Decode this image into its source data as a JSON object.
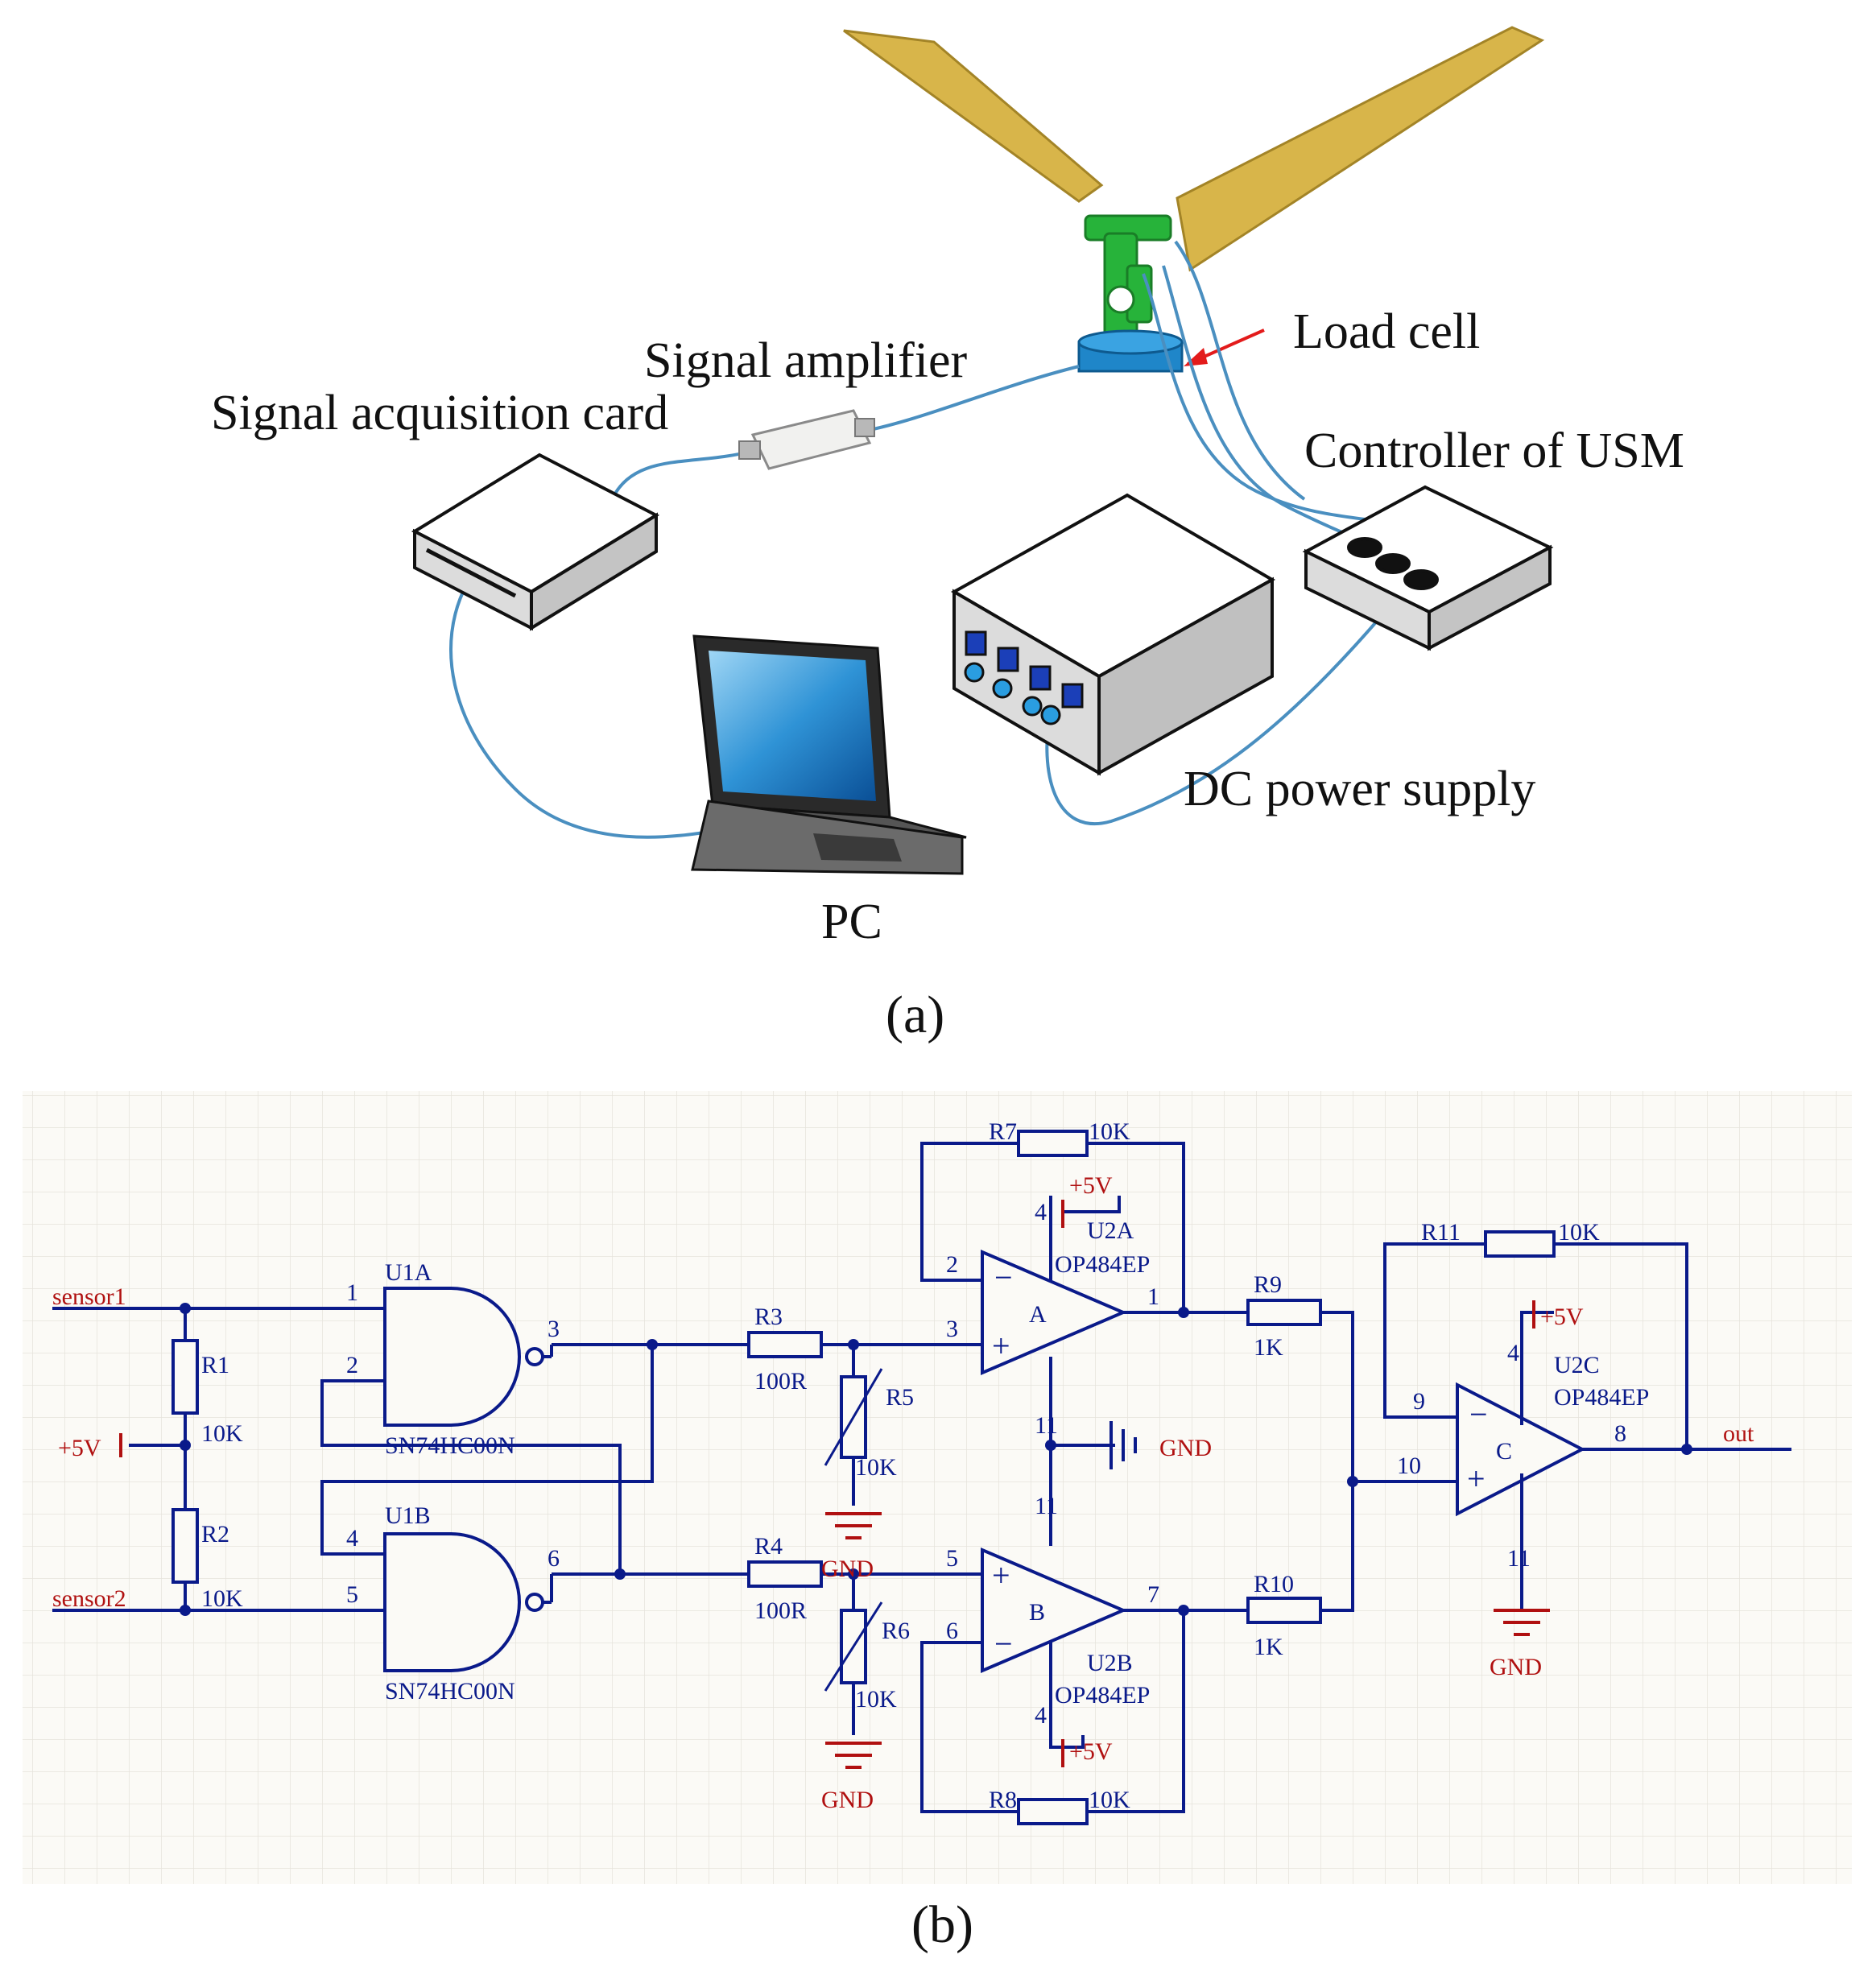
{
  "panel_a": {
    "caption": "(a)",
    "labels": {
      "load_cell": "Load cell",
      "signal_amplifier": "Signal amplifier",
      "signal_acquisition_card": "Signal acquisition card",
      "controller_usm": "Controller of USM",
      "dc_power_supply": "DC power supply",
      "pc": "PC"
    }
  },
  "panel_b": {
    "caption": "(b)",
    "nets": {
      "sensor1": "sensor1",
      "sensor2": "sensor2",
      "vcc": "+5V",
      "gnd": "GND",
      "out": "out"
    },
    "components": {
      "r1": {
        "ref": "R1",
        "value": "10K"
      },
      "r2": {
        "ref": "R2",
        "value": "10K"
      },
      "r3": {
        "ref": "R3",
        "value": "100R"
      },
      "r4": {
        "ref": "R4",
        "value": "100R"
      },
      "r5": {
        "ref": "R5",
        "value": "10K"
      },
      "r6": {
        "ref": "R6",
        "value": "10K"
      },
      "r7": {
        "ref": "R7",
        "value": "10K"
      },
      "r8": {
        "ref": "R8",
        "value": "10K"
      },
      "r9": {
        "ref": "R9",
        "value": "1K"
      },
      "r10": {
        "ref": "R10",
        "value": "1K"
      },
      "r11": {
        "ref": "R11",
        "value": "10K"
      },
      "u1a": {
        "ref": "U1A",
        "part": "SN74HC00N"
      },
      "u1b": {
        "ref": "U1B",
        "part": "SN74HC00N"
      },
      "u2a": {
        "ref": "U2A",
        "part": "OP484EP",
        "unit": "A"
      },
      "u2b": {
        "ref": "U2B",
        "part": "OP484EP",
        "unit": "B"
      },
      "u2c": {
        "ref": "U2C",
        "part": "OP484EP",
        "unit": "C"
      }
    },
    "pins": {
      "p1": "1",
      "p2": "2",
      "p3": "3",
      "p4": "4",
      "p5": "5",
      "p6": "6",
      "p7": "7",
      "p8": "8",
      "p9": "9",
      "p10": "10",
      "p11": "11"
    }
  }
}
